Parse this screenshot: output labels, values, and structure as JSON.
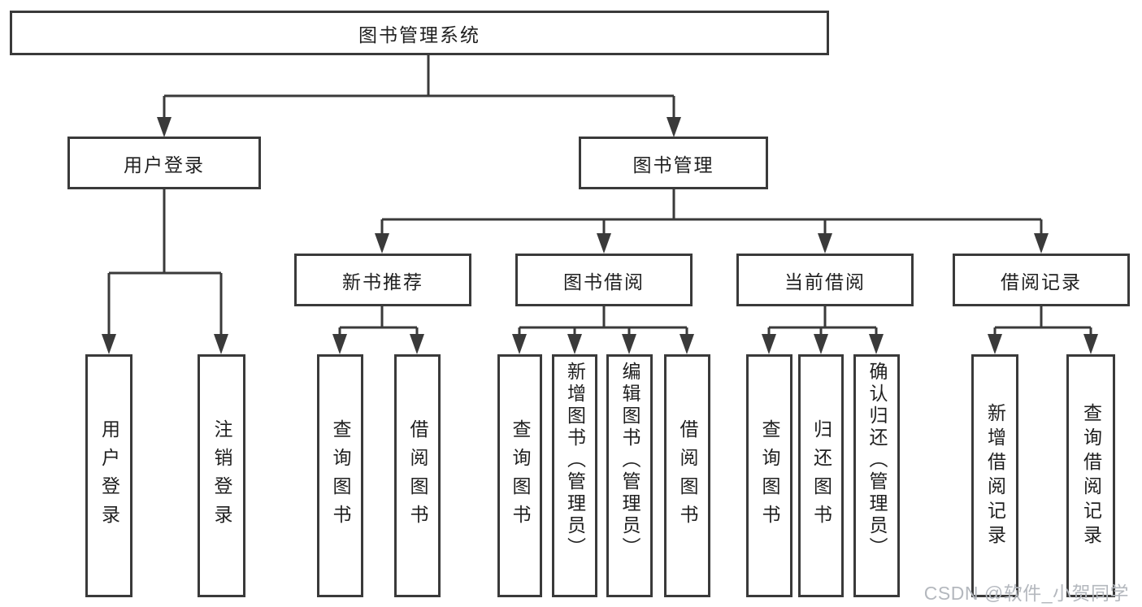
{
  "page": {
    "background": "#ffffff",
    "watermark": "CSDN @软件_小贺同学"
  },
  "colors": {
    "line": "#3a3a3a",
    "box_border": "#3a3a3a",
    "text": "#1f1f1f",
    "watermark": "#b4b8be"
  },
  "tree": {
    "root": {
      "label": "图书管理系统"
    },
    "branches": [
      {
        "label": "用户登录",
        "children": [
          {
            "label": "用户登录"
          },
          {
            "label": "注销登录"
          }
        ]
      },
      {
        "label": "图书管理",
        "children": [
          {
            "label": "新书推荐",
            "children": [
              {
                "label": "查询图书"
              },
              {
                "label": "借阅图书"
              }
            ]
          },
          {
            "label": "图书借阅",
            "children": [
              {
                "label": "查询图书"
              },
              {
                "label": "新增图书（管理员）"
              },
              {
                "label": "编辑图书（管理员）"
              },
              {
                "label": "借阅图书"
              }
            ]
          },
          {
            "label": "当前借阅",
            "children": [
              {
                "label": "查询图书"
              },
              {
                "label": "归还图书"
              },
              {
                "label": "确认归还（管理员）"
              }
            ]
          },
          {
            "label": "借阅记录",
            "children": [
              {
                "label": "新增借阅记录"
              },
              {
                "label": "查询借阅记录"
              }
            ]
          }
        ]
      }
    ]
  }
}
